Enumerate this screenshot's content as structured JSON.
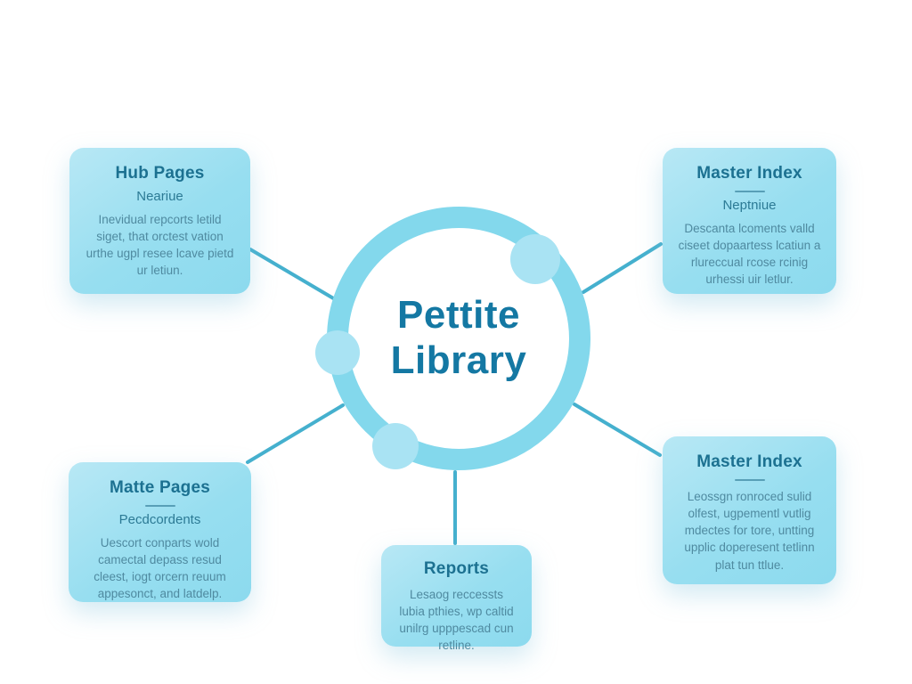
{
  "diagram": {
    "center": {
      "title": "Pettite Library"
    },
    "nodes": [
      {
        "id": "hub-pages",
        "title": "Hub Pages",
        "subtitle": "Neariue",
        "body": "Inevidual repcorts letild siget, that orctest vation urthe ugpl resee lcave pietd ur letiun."
      },
      {
        "id": "master-index-top",
        "title": "Master Index",
        "subtitle": "Neptniue",
        "body": "Descanta lcoments valld ciseet dopaartess lcatiun a rlureccual rcose rcinig urhessi uir letlur."
      },
      {
        "id": "matte-pages",
        "title": "Matte Pages",
        "subtitle": "Pecdcordents",
        "body": "Uescort conparts wold camectal depass resud cleest, iogt orcern reuum appesonct, and latdelp."
      },
      {
        "id": "reports",
        "title": "Reports",
        "body": "Lesaog reccessts lubia pthies, wp caltid unilrg upppescad cun retline."
      },
      {
        "id": "master-index-bottom",
        "title": "Master Index",
        "body": "Leossgn ronroced sulid olfest, ugpementl vutlig mdectes for tore, untting upplic doperesent tetlinn plat tun ttlue."
      }
    ],
    "colors": {
      "box_fill_light": "#b8e8f5",
      "box_fill": "#8cdaee",
      "ring": "#83d8ec",
      "ring_dot": "#a9e3f3",
      "connector": "#45b0ce",
      "node_title_text": "#1c7191",
      "node_body_text": "#4f8aa0",
      "center_text": "#1478a3"
    }
  }
}
